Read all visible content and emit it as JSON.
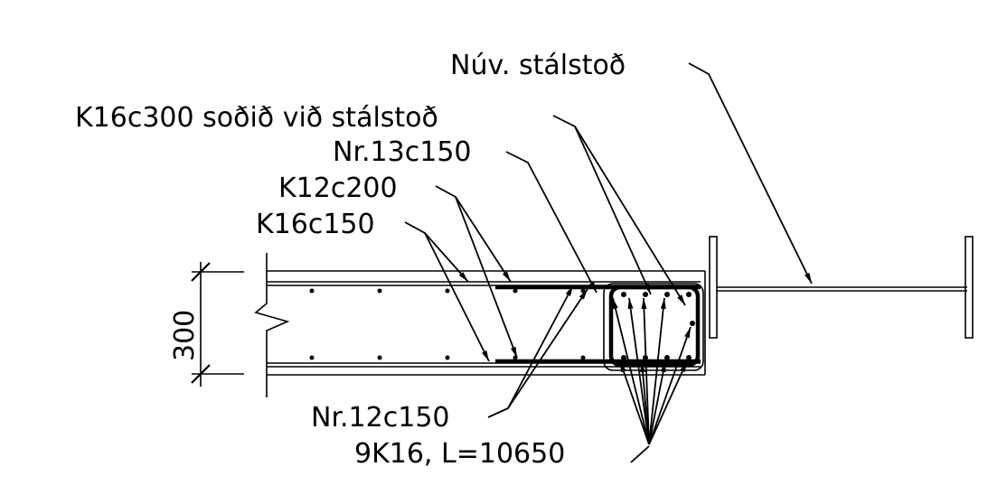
{
  "labels": {
    "existing_steel_column": "Núv. stálstoð",
    "rebar_welded": "K16c300 soðið við stálstoð",
    "stirrup_13": "Nr.13c150",
    "rebar_k12": "K12c200",
    "rebar_k16": "K16c150",
    "stirrup_12": "Nr.12c150",
    "longitudinal_bars": "9K16, L=10650",
    "dimension_300": "300"
  }
}
